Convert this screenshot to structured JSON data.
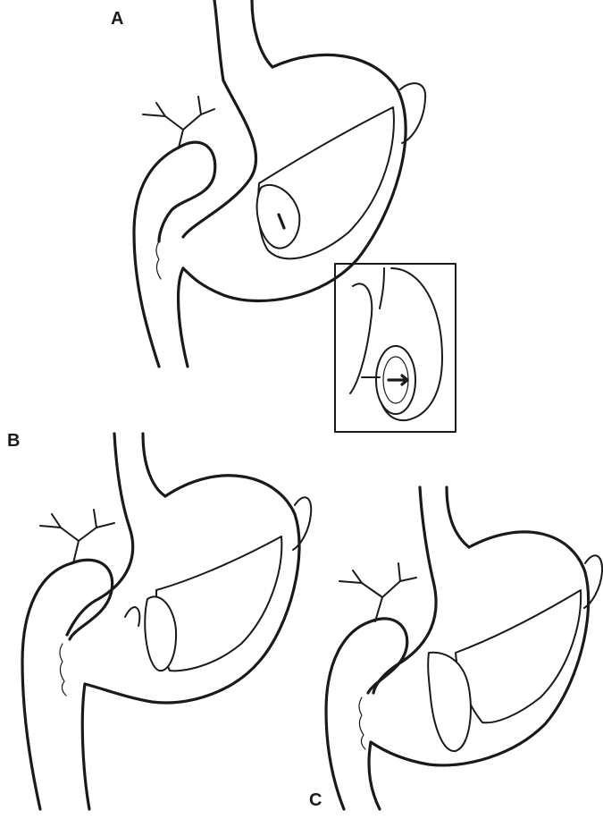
{
  "figure": {
    "panels": [
      {
        "id": "A",
        "label": "A"
      },
      {
        "id": "B",
        "label": "B"
      },
      {
        "id": "C",
        "label": "C"
      }
    ]
  },
  "colors": {
    "ink": "#1a1a1a",
    "paper": "#ffffff"
  }
}
